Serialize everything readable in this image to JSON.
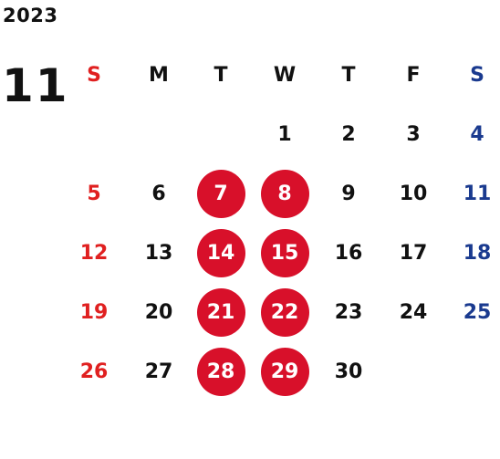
{
  "calendar": {
    "year": "2023",
    "month": "11",
    "weekdays": [
      "S",
      "M",
      "T",
      "W",
      "T",
      "F",
      "S"
    ],
    "weeks": [
      [
        "",
        "",
        "",
        "1",
        "2",
        "3",
        "4"
      ],
      [
        "5",
        "6",
        "7",
        "8",
        "9",
        "10",
        "11"
      ],
      [
        "12",
        "13",
        "14",
        "15",
        "16",
        "17",
        "18"
      ],
      [
        "19",
        "20",
        "21",
        "22",
        "23",
        "24",
        "25"
      ],
      [
        "26",
        "27",
        "28",
        "29",
        "30",
        "",
        ""
      ]
    ],
    "highlighted_days": [
      "7",
      "8",
      "14",
      "15",
      "21",
      "22",
      "28",
      "29"
    ],
    "colors": {
      "sunday": "#e02020",
      "saturday": "#1a3a8f",
      "weekday": "#111111",
      "highlight_fill": "#d8102a",
      "highlight_text": "#ffffff"
    }
  }
}
